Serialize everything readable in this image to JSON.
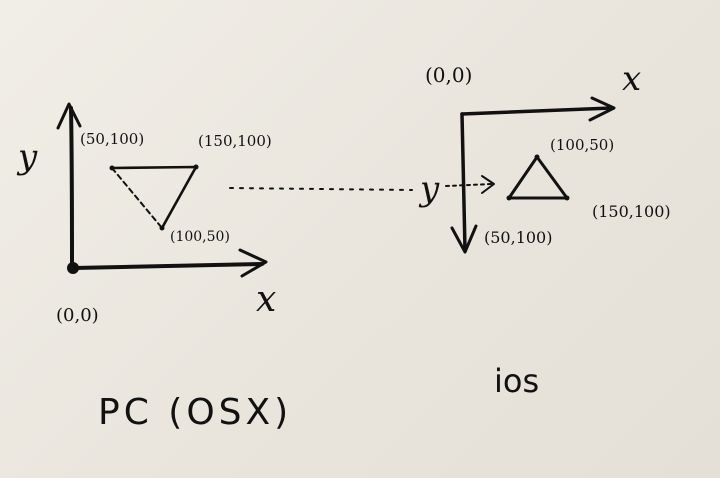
{
  "left_panel": {
    "caption": "PC (OSX)",
    "origin_label": "(0,0)",
    "x_axis_label": "x",
    "y_axis_label": "y",
    "vertex_labels": [
      "(50,100)",
      "(150,100)",
      "(100,50)"
    ]
  },
  "right_panel": {
    "caption": "ios",
    "origin_label": "(0,0)",
    "x_axis_label": "x",
    "y_axis_label": "y",
    "vertex_labels": [
      "(100,50)",
      "(150,100)",
      "(50,100)"
    ]
  },
  "colors": {
    "paper": "#ece8e0",
    "ink": "#111111"
  }
}
